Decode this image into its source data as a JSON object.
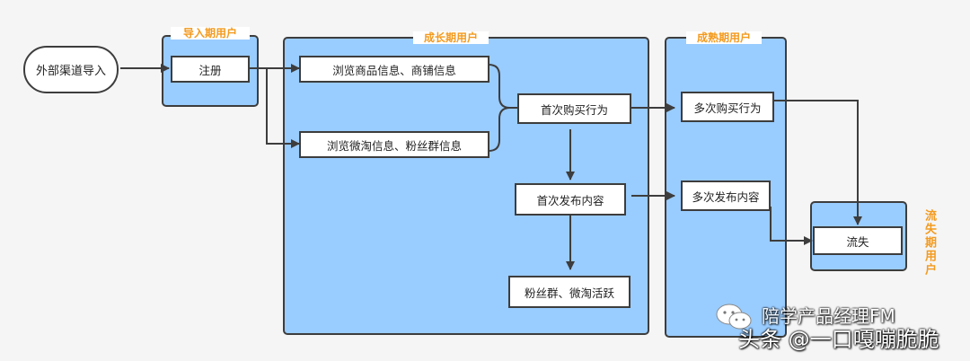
{
  "stages": {
    "import": "导入期用户",
    "growth": "成长期用户",
    "mature": "成熟期用户",
    "churn": "流失期用户"
  },
  "nodes": {
    "source": "外部渠道导入",
    "register": "注册",
    "browse_goods": "浏览商品信息、商铺信息",
    "browse_weitao": "浏览微淘信息、粉丝群信息",
    "first_purchase": "首次购买行为",
    "first_post": "首次发布内容",
    "fans_active": "粉丝群、微淘活跃",
    "repeat_purchase": "多次购买行为",
    "repeat_post": "多次发布内容",
    "churned": "流失"
  },
  "watermark": {
    "line1": "陪学产品经理FM",
    "line2": "头条 @一口嘎嘣脆脆"
  },
  "colors": {
    "panel_fill": "#99ccff",
    "panel_border": "#3d3d3d",
    "stage_label": "#f39a1e",
    "background": "#f5f5f5"
  }
}
